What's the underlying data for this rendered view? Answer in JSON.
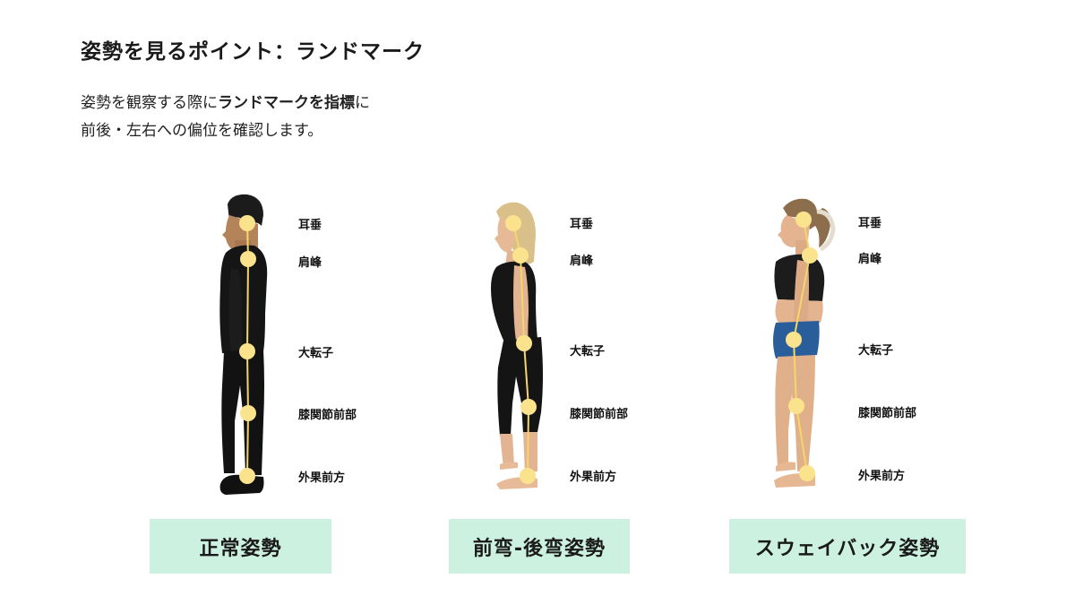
{
  "title": "姿勢を見るポイント：ランドマーク",
  "description": {
    "line1_pre": "姿勢を観察する際に",
    "line1_bold": "ランドマークを指標",
    "line1_post": "に",
    "line2": "前後・左右への偏位を確認します。"
  },
  "landmarks": [
    "耳垂",
    "肩峰",
    "大転子",
    "膝関節前部",
    "外果前方"
  ],
  "postures": [
    {
      "label": "正常姿勢"
    },
    {
      "label": "前弯-後弯姿勢"
    },
    {
      "label": "スウェイバック姿勢"
    }
  ],
  "colors": {
    "landmark_dot": "#fbe38e",
    "plumb_line": "#f5d66a",
    "badge_bg": "#cdf1e1"
  }
}
